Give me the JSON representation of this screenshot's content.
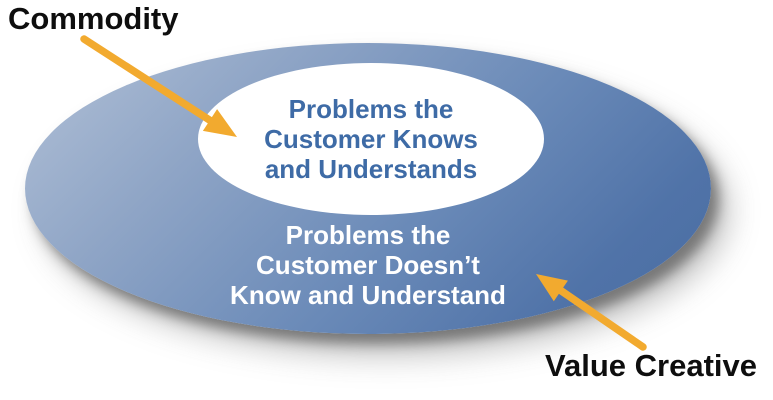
{
  "diagram": {
    "labels": {
      "commodity": "Commodity",
      "value_creative": "Value Creative"
    },
    "inner_ellipse": {
      "lines": [
        "Problems the",
        "Customer Knows",
        "and Understands"
      ]
    },
    "outer_ellipse": {
      "lines": [
        "Problems the",
        "Customer Doesn’t",
        "Know and Understand"
      ]
    }
  },
  "colors": {
    "arrow": "#F2AA2F",
    "outer_ellipse_gradient_light": "#B2C1D7",
    "outer_ellipse_gradient_dark": "#4A6DA2",
    "inner_ellipse_fill": "#FFFFFF",
    "inner_text": "#3E6BA6",
    "outer_text": "#FFFFFF",
    "label_text": "#0E0E0E",
    "background": "#FFFFFF"
  }
}
